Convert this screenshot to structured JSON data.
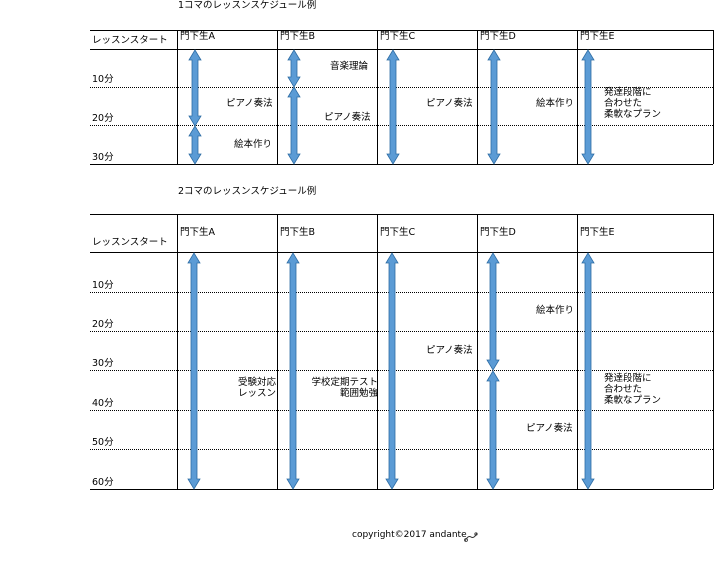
{
  "table1": {
    "title": "1コマのレッスンスケジュール例",
    "header_label": "レッスンスタート",
    "students": [
      "門下生A",
      "門下生B",
      "門下生C",
      "門下生D",
      "門下生E"
    ],
    "time_labels": [
      "10分",
      "20分",
      "30分"
    ],
    "annotations": {
      "music_theory": "音楽理論",
      "piano_a": "ピアノ奏法",
      "piano_b": "ピアノ奏法",
      "piano_c": "ピアノ奏法",
      "picture_a": "絵本作り",
      "picture_d": "絵本作り",
      "plan_e": "発達段階に\n合わせた\n柔軟なプラン"
    }
  },
  "table2": {
    "title": "2コマのレッスンスケジュール例",
    "header_label": "レッスンスタート",
    "students": [
      "門下生A",
      "門下生B",
      "門下生C",
      "門下生D",
      "門下生E"
    ],
    "time_labels": [
      "10分",
      "20分",
      "30分",
      "40分",
      "50分",
      "60分"
    ],
    "annotations": {
      "exam_a": "受験対応\nレッスン",
      "test_b": "学校定期テスト\n範囲勉強",
      "piano_c": "ピアノ奏法",
      "picture_d": "絵本作り",
      "piano_d": "ピアノ奏法",
      "plan_e": "発達段階に\n合わせた\n柔軟なプラン"
    }
  },
  "footer": {
    "copyright": "copyright©2017 andante"
  },
  "colors": {
    "arrow_fill": "#5b9bd5",
    "arrow_stroke": "#2e6da4"
  }
}
